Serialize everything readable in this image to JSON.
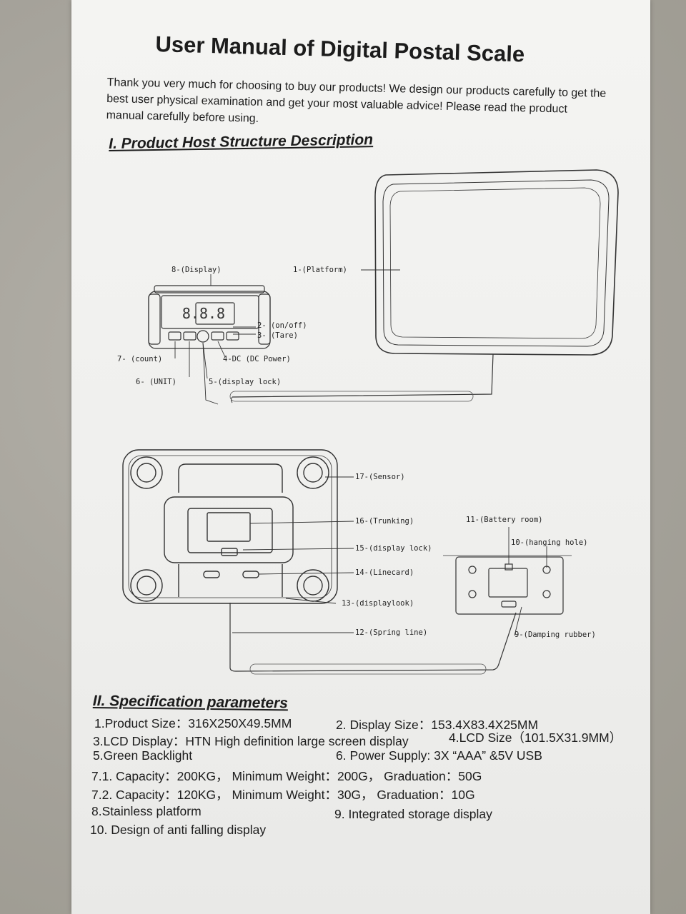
{
  "title": "User Manual of Digital Postal  Scale",
  "intro": "Thank you very much for choosing to buy our products! We design our products carefully to get the best user physical examination and get your most valuable advice! Please read the product manual carefully before using.",
  "section1": "I. Product Host Structure Description",
  "section2": "II.  Specification parameters",
  "labels": {
    "display": "8-(Display)",
    "platform": "1-(Platform)",
    "onoff": "2- (on/off)",
    "tare": "3- (Tare)",
    "count": "7- (count)",
    "dc": "4-DC (DC Power)",
    "unit": "6- (UNIT)",
    "displaylock5": "5-(display lock)",
    "sensor": "17-(Sensor)",
    "trunking": "16-(Trunking)",
    "battery": "11-(Battery room)",
    "hanging": "10-(hanging hole)",
    "displaylock15": "15-(display lock)",
    "linecard": "14-(Linecard)",
    "displaylook13": "13-(displaylook)",
    "springline": "12-(Spring line)",
    "damping": "9-(Damping rubber)"
  },
  "specs": {
    "s1": "1.Product Size：316X250X49.5MM",
    "s2": "2. Display Size：153.4X83.4X25MM",
    "s3": "3.LCD Display：HTN High definition large screen display",
    "s4": "4.LCD Size（101.5X31.9MM）",
    "s5": "5.Green Backlight",
    "s6": "6. Power Supply: 3X “AAA” &5V USB",
    "s71": "7.1. Capacity：200KG， Minimum Weight：200G， Graduation：50G",
    "s72": "7.2. Capacity：120KG， Minimum Weight：30G， Graduation：10G",
    "s8": "8.Stainless platform",
    "s9": "9. Integrated storage display",
    "s10": "10. Design of anti falling display"
  },
  "lcd_digits": "8.8.8"
}
